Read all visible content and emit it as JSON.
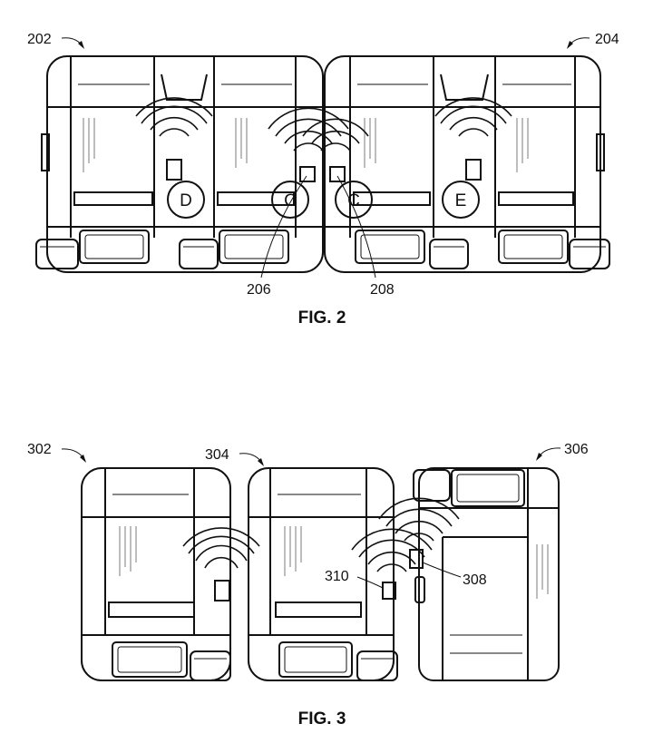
{
  "figures": {
    "fig2": {
      "caption": "FIG. 2",
      "ref_labels": {
        "left_seat": "202",
        "right_seat": "204",
        "tag_left": "206",
        "tag_right": "208"
      },
      "seat_markers": [
        "D",
        "C",
        "C",
        "E"
      ]
    },
    "fig3": {
      "caption": "FIG. 3",
      "ref_labels": {
        "seat_left": "302",
        "seat_middle": "304",
        "seat_right": "306",
        "tag_right": "308",
        "tag_middle": "310"
      }
    }
  }
}
